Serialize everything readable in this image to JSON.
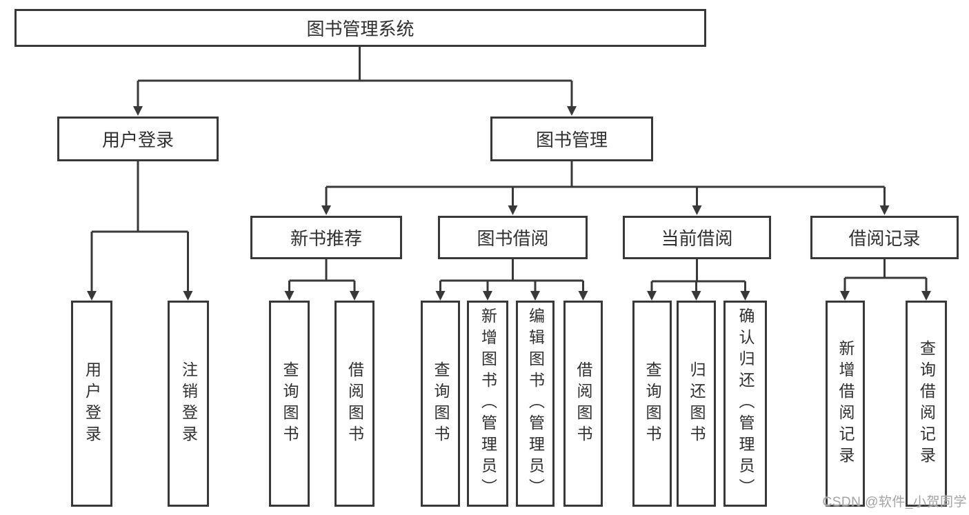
{
  "colors": {
    "line": "#383838",
    "box_border": "#383838",
    "box_background": "#ffffff",
    "text": "#2f2f2f",
    "watermark": "#a3a3a3"
  },
  "nodes": {
    "root": {
      "label": "图书管理系统"
    },
    "level2": [
      {
        "id": "user-login",
        "label": "用户登录"
      },
      {
        "id": "book-management",
        "label": "图书管理"
      }
    ],
    "level3": [
      {
        "id": "new-book-recommend",
        "label": "新书推荐"
      },
      {
        "id": "book-borrowing",
        "label": "图书借阅"
      },
      {
        "id": "current-borrowing",
        "label": "当前借阅"
      },
      {
        "id": "borrowing-records",
        "label": "借阅记录"
      }
    ],
    "leaves": [
      {
        "id": "user-login-leaf",
        "label": "用户登录"
      },
      {
        "id": "logout",
        "label": "注销登录"
      },
      {
        "id": "query-books-1",
        "label": "查询图书"
      },
      {
        "id": "borrow-books-1",
        "label": "借阅图书"
      },
      {
        "id": "query-books-2",
        "label": "查询图书"
      },
      {
        "id": "add-book-admin",
        "label": "新增图书（管理员）"
      },
      {
        "id": "edit-book-admin",
        "label": "编辑图书（管理员）"
      },
      {
        "id": "borrow-books-2",
        "label": "借阅图书"
      },
      {
        "id": "query-books-3",
        "label": "查询图书"
      },
      {
        "id": "return-book",
        "label": "归还图书"
      },
      {
        "id": "confirm-return-admin",
        "label": "确认归还（管理员）"
      },
      {
        "id": "add-borrow-record",
        "label": "新增借阅记录"
      },
      {
        "id": "query-borrow-record",
        "label": "查询借阅记录"
      }
    ]
  },
  "watermark": {
    "text": "CSDN @软件_小贺同学"
  }
}
